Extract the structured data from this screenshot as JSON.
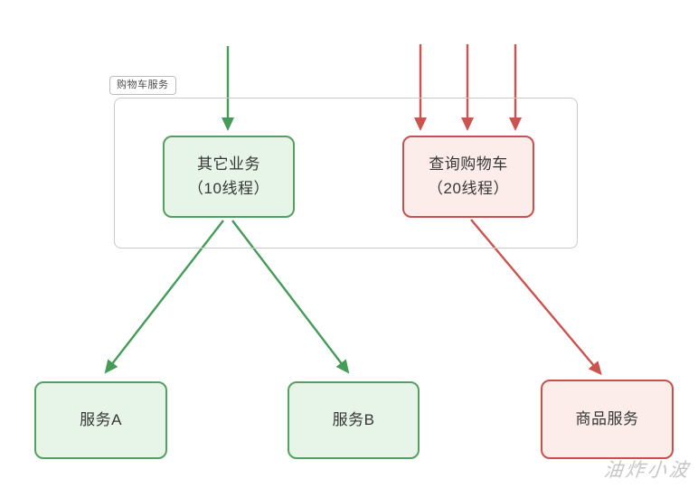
{
  "colors": {
    "background": "#ffffff",
    "green_border": "#54a05e",
    "green_fill": "#e6f5e7",
    "green_arrow": "#459b58",
    "red_border": "#c9514d",
    "red_fill": "#fcecea",
    "red_arrow": "#cc5350",
    "container_border": "#c9c9c9",
    "label_border": "#bcbcbc",
    "label_text": "#4c4c4c",
    "text": "#363636",
    "watermark": "#c6c6c6"
  },
  "group": {
    "label": "购物车服务"
  },
  "nodes": {
    "other_business": {
      "line1": "其它业务",
      "line2": "（10线程）"
    },
    "query_cart": {
      "line1": "查询购物车",
      "line2": "（20线程）"
    },
    "service_a": {
      "label": "服务A"
    },
    "service_b": {
      "label": "服务B"
    },
    "product_service": {
      "label": "商品服务"
    }
  },
  "watermark": {
    "text": "油炸小波"
  }
}
